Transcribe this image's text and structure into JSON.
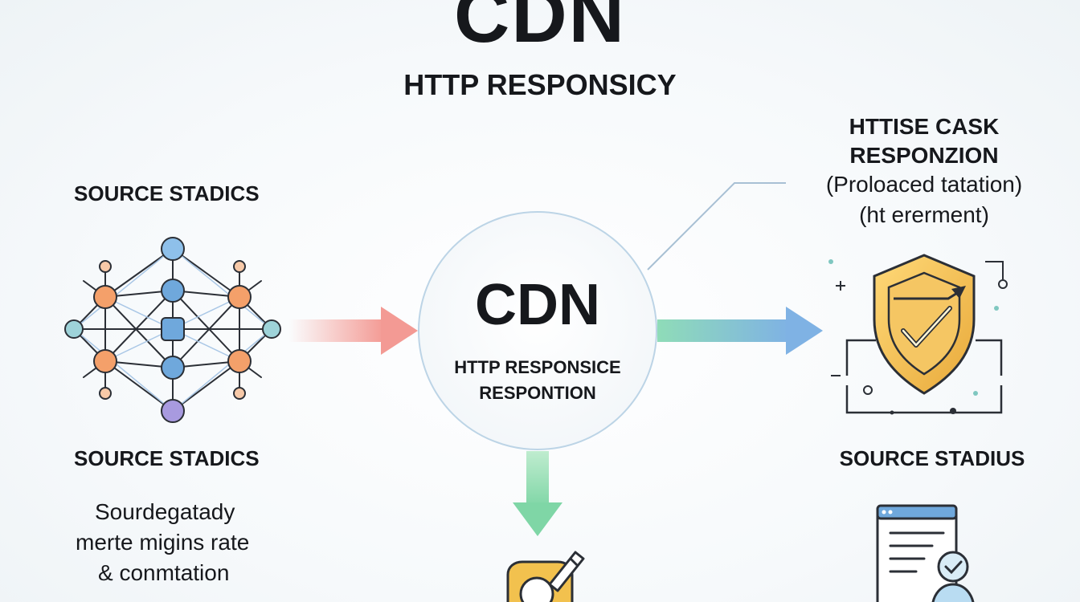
{
  "header": {
    "title": "CDN",
    "subtitle": "HTTP RESPONSICY"
  },
  "left": {
    "top_label": "SOURCE STADICS",
    "bottom_label": "SOURCE STADICS",
    "description": [
      "Sourdegatady",
      "merte migins rate",
      "& conmtation"
    ]
  },
  "center": {
    "title": "CDN",
    "sub_line1": "HTTP RESPONSICE",
    "sub_line2": "RESPONTION"
  },
  "right": {
    "heading_line1": "HTTISE CASK",
    "heading_line2": "RESPONZION",
    "note_line1": "(Proloaced tatation)",
    "note_line2": "(ht ererment)",
    "bottom_label": "SOURCE STADIUS"
  },
  "colors": {
    "arrow_left": "#f39a94",
    "arrow_right_start": "#8fdcb8",
    "arrow_right_end": "#7fb2e4",
    "arrow_down": "#8fdcb0",
    "shield_gold": "#f2c14e",
    "node_blue": "#6fa8dc",
    "node_orange": "#f4a06a",
    "node_purple": "#a89adf"
  }
}
